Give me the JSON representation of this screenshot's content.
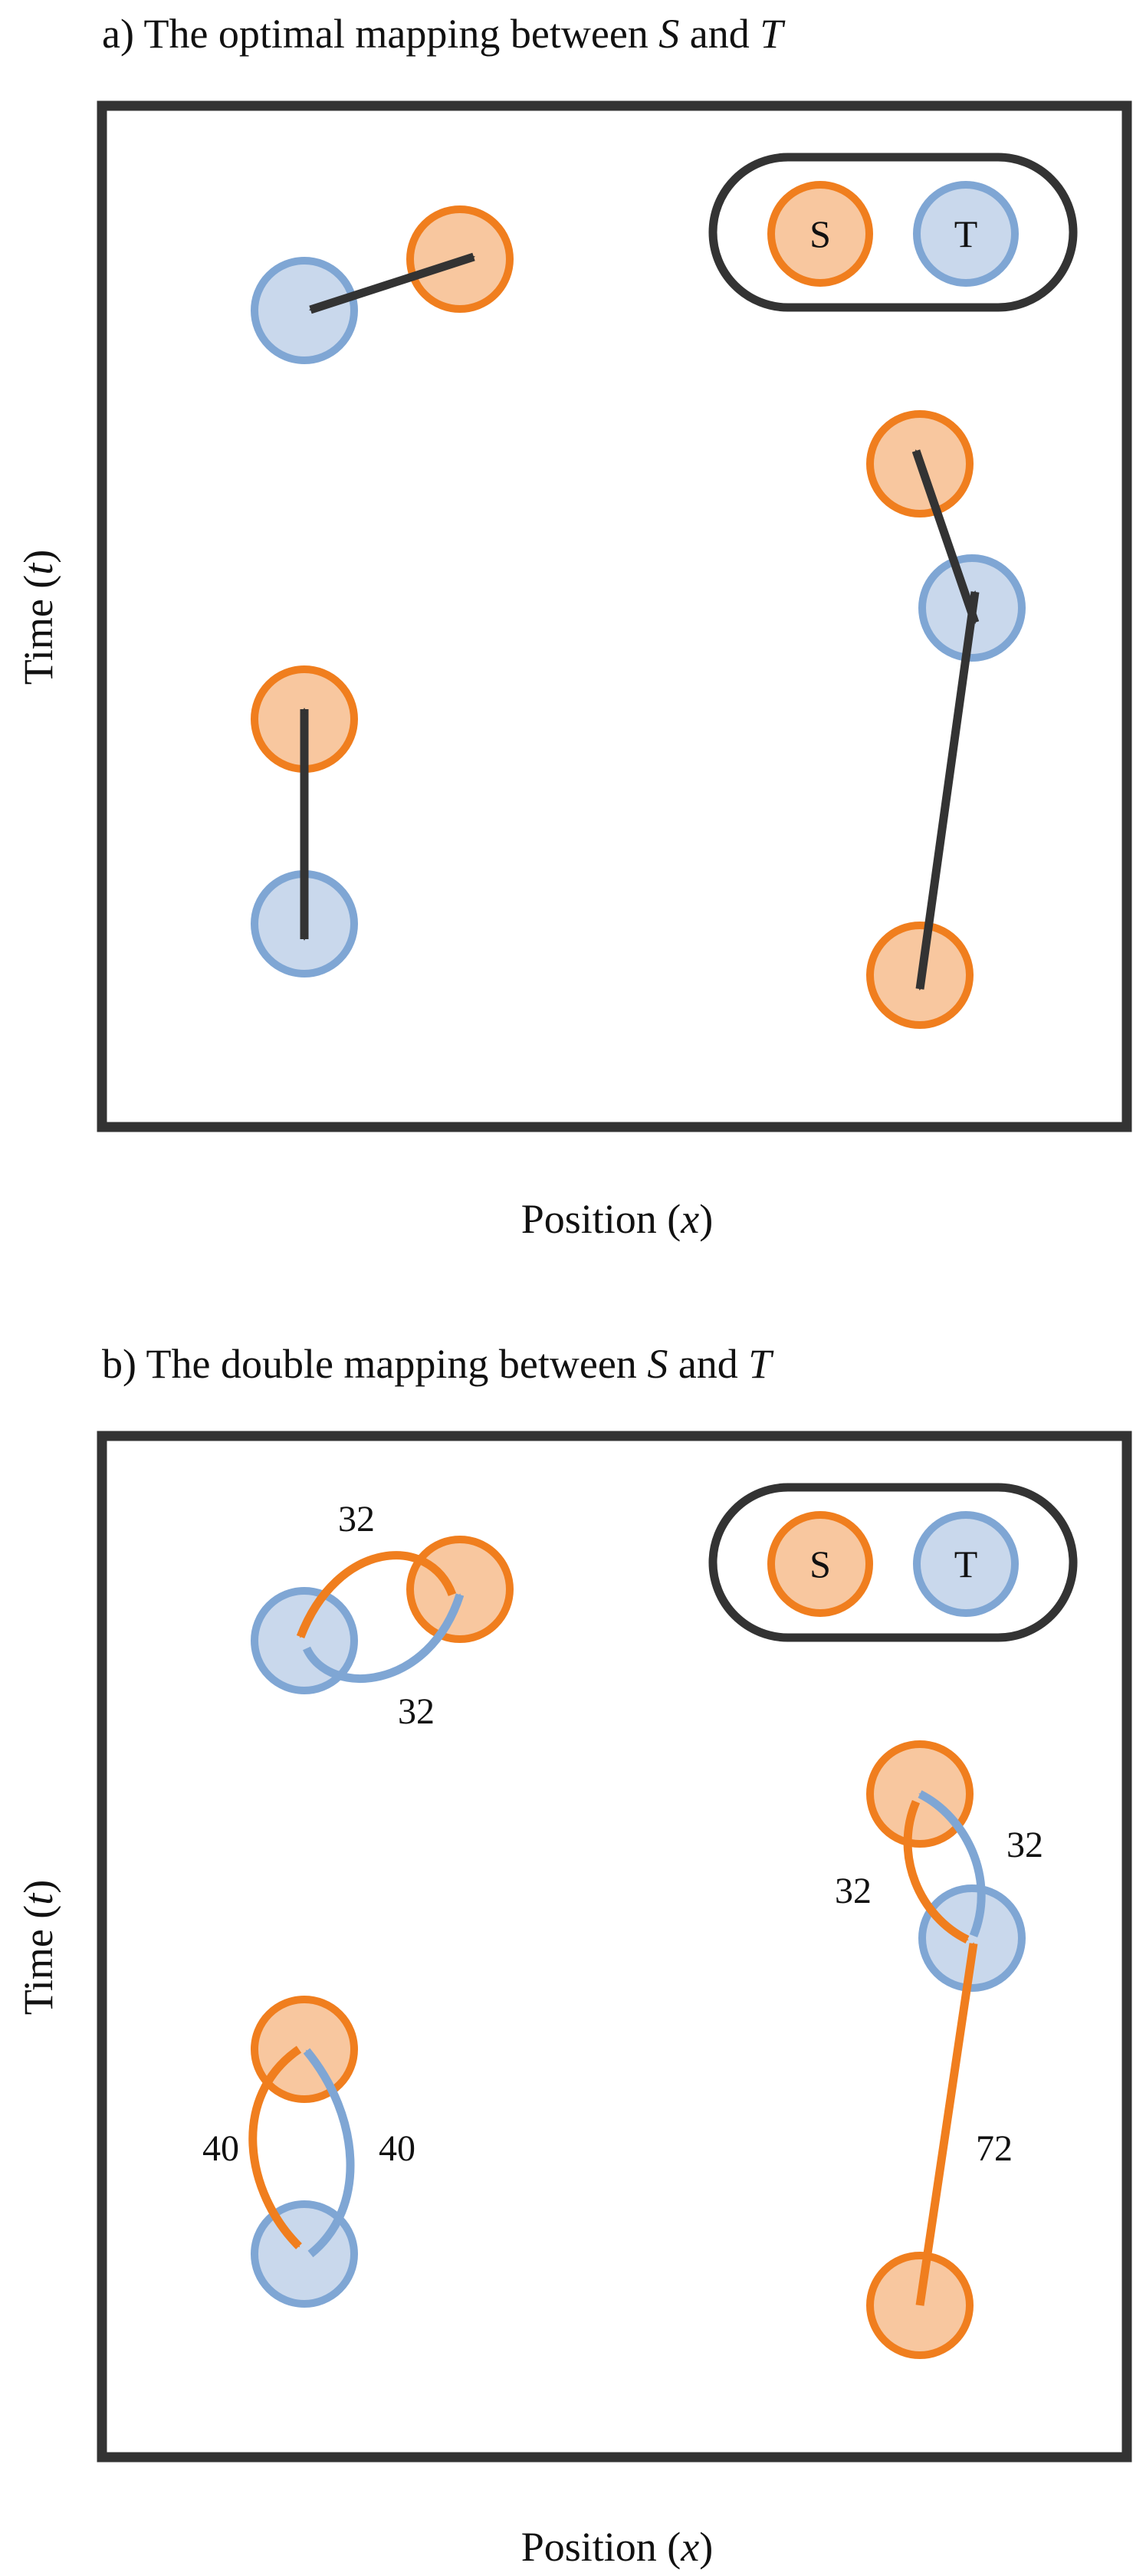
{
  "colors": {
    "source_stroke": "#F07E1E",
    "source_fill": "#F8C79F",
    "target_stroke": "#7FA6D4",
    "target_fill": "#C9D8EC",
    "frame": "#333333",
    "arrow_dark": "#333333",
    "arrow_orange": "#F07E1E",
    "arrow_blue": "#7FA6D4"
  },
  "panel_a": {
    "title_prefix": "a) The optimal mapping between ",
    "title_S": "S",
    "title_and": " and ",
    "title_T": "T",
    "legend_S": "S",
    "legend_T": "T",
    "x_label_prefix": "Position (",
    "x_label_var": "x",
    "x_label_suffix": ")",
    "y_label_prefix": "Time (",
    "y_label_var": "t",
    "y_label_suffix": ")"
  },
  "panel_b": {
    "title_prefix": "b) The double mapping between ",
    "title_S": "S",
    "title_and": " and ",
    "title_T": "T",
    "legend_S": "S",
    "legend_T": "T",
    "x_label_prefix": "Position (",
    "x_label_var": "x",
    "x_label_suffix": ")",
    "y_label_prefix": "Time (",
    "y_label_var": "t",
    "y_label_suffix": ")",
    "costs": {
      "top_left_upper": "32",
      "top_left_lower": "32",
      "right_upper_left": "32",
      "right_upper_right": "32",
      "left_bottom_left": "40",
      "left_bottom_right": "40",
      "right_long": "72"
    }
  }
}
